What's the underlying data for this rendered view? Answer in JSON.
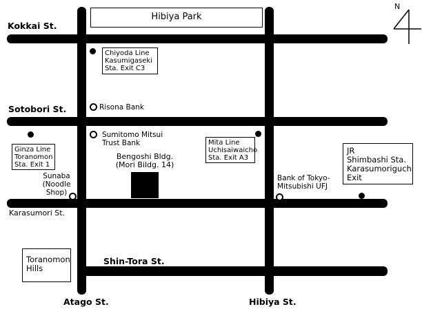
{
  "park": {
    "label": "Hibiya Park"
  },
  "streets": {
    "kokkai": "Kokkai St.",
    "sotobori": "Sotobori St.",
    "karasumori": "Karasumori St.",
    "shintora": "Shin-Tora St.",
    "atago": "Atago St.",
    "hibiya": "Hibiya St."
  },
  "compass": {
    "north": "N"
  },
  "stations": {
    "chiyoda": "Chiyoda Line\nKasumigaseki\nSta. Exit C3",
    "ginza": "Ginza Line\nToranomon\nSta. Exit 1",
    "mita": "Mita Line\nUchisaiwaicho\nSta. Exit A3",
    "jr": "JR\nShimbashi Sta.\nKarasumoriguchi\nExit"
  },
  "landmarks": {
    "risona": "Risona Bank",
    "sumitomo": "Sumitomo Mitsui\nTrust Bank",
    "sunaba": "Sunaba\n(Noodle\nShop)",
    "tokyo_mitsubishi": "Bank of Tokyo-\nMitsubishi UFJ",
    "toranomon_hills": "Toranomon\nHills"
  },
  "destination": {
    "label": "Bengoshi Bldg.\n(Mori Bildg. 14)"
  }
}
